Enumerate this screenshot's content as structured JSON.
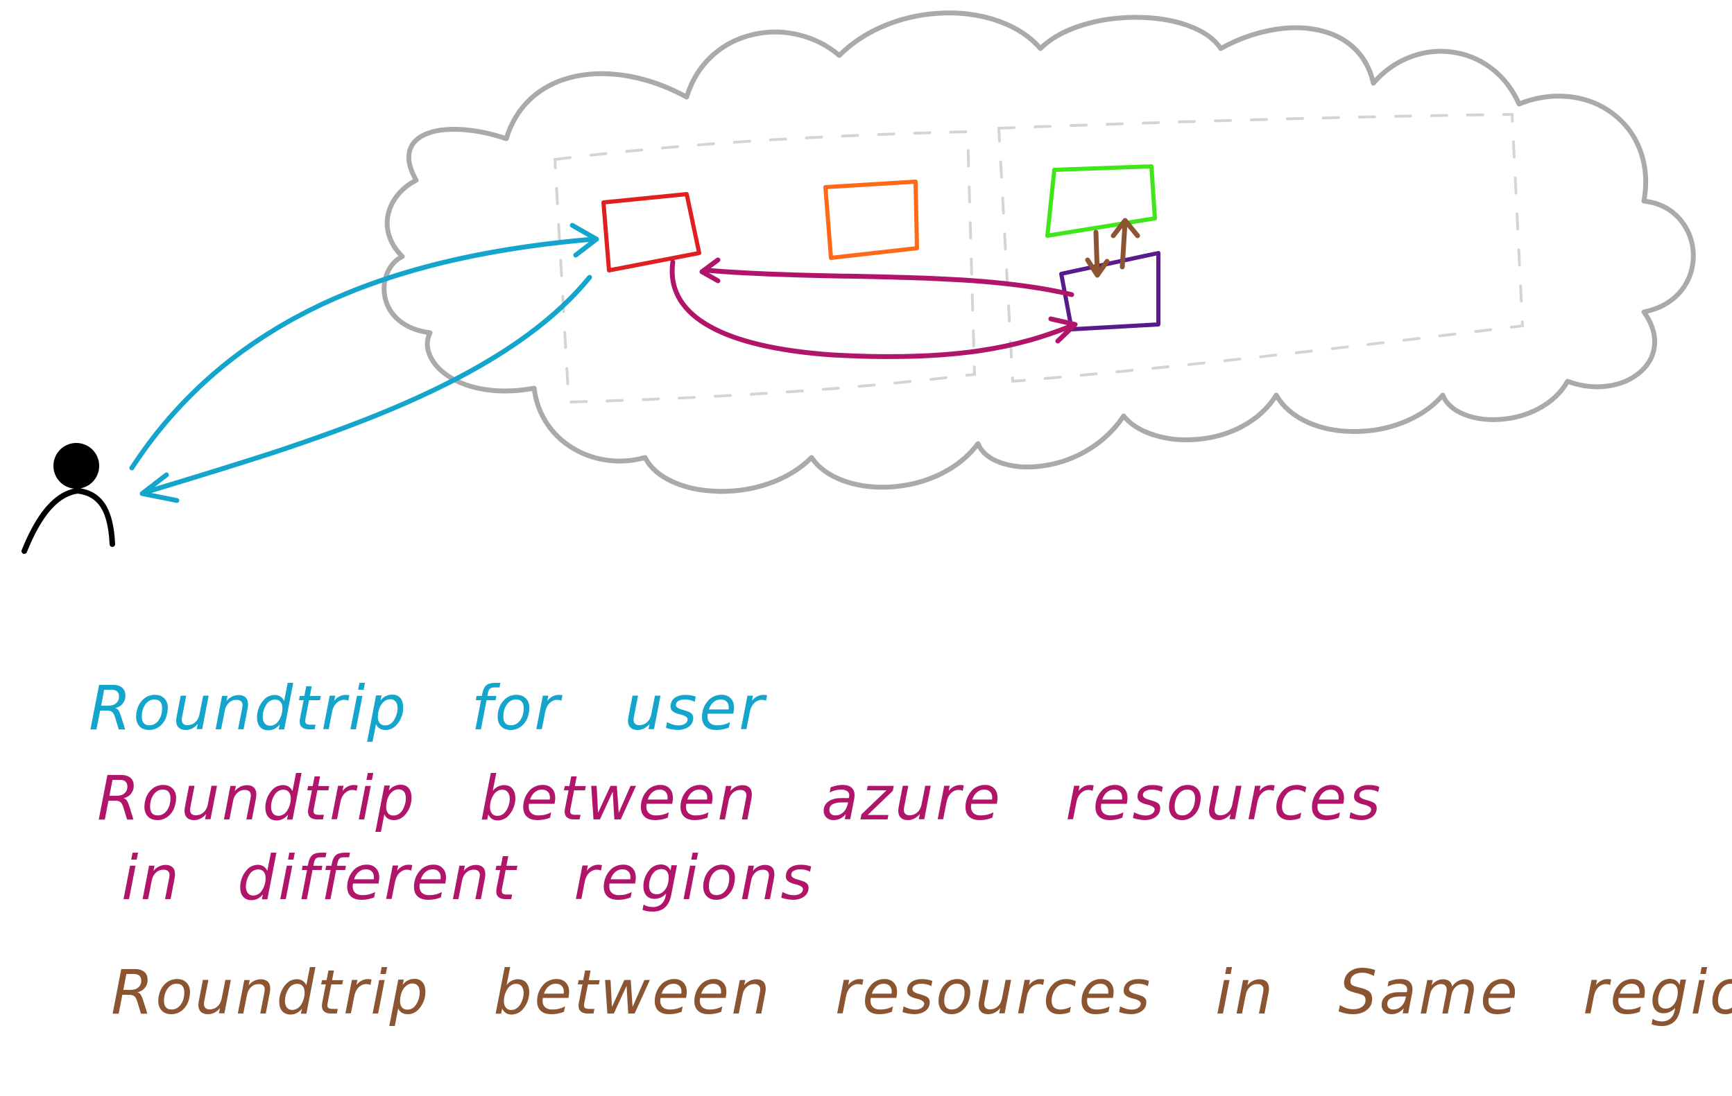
{
  "colors": {
    "cloud": "#aaaaaa",
    "region_border": "#d4d4d4",
    "user": "#000000",
    "user_roundtrip": "#14a5cc",
    "cross_region_roundtrip": "#b0156a",
    "same_region_roundtrip": "#8a5530",
    "resource_red": "#e02020",
    "resource_orange": "#ff6a1a",
    "resource_green": "#3ee61a",
    "resource_purple": "#5a1a8c"
  },
  "legend": {
    "user_roundtrip": "Roundtrip for user",
    "cross_region_line1": "Roundtrip between azure resources",
    "cross_region_line2": "in different regions",
    "same_region": "Roundtrip between resources in Same region"
  }
}
